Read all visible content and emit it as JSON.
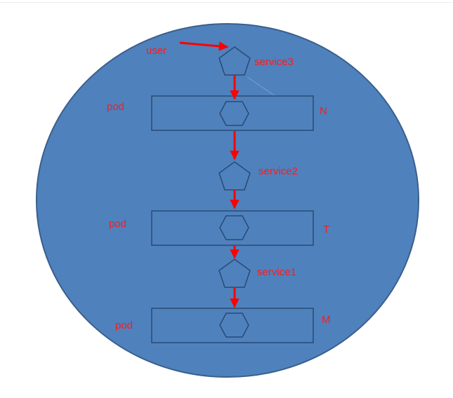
{
  "labels": {
    "user": "user",
    "service3": "service3",
    "service2": "service2",
    "service1": "service1",
    "pod_top": "pod",
    "pod_middle": "pod",
    "pod_bottom": "pod",
    "node_n": "N",
    "node_t": "T",
    "node_m": "M"
  },
  "colors": {
    "circle_fill": "#4f81bd",
    "circle_stroke": "#3a5f8c",
    "shape_stroke": "#2a4a72",
    "arrow": "#ff0000",
    "label_text": "#ff1a1a"
  }
}
